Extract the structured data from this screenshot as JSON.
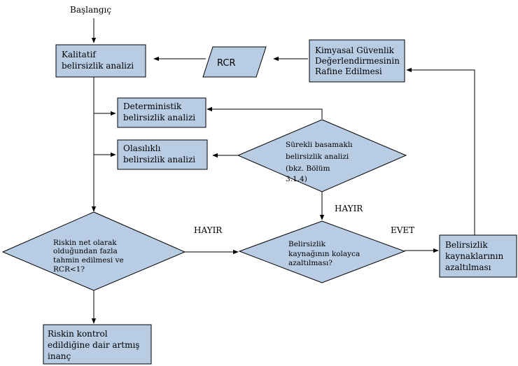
{
  "start_label": "Başlangıç",
  "nodes": {
    "qualitative": {
      "lines": [
        "Kalitatif",
        "belirsizlik analizi"
      ]
    },
    "rcr": {
      "label": "RCR"
    },
    "refine": {
      "lines": [
        "Kimyasal Güvenlik",
        "Değerlendirmesinin",
        "Rafine Edilmesi"
      ]
    },
    "deterministic": {
      "lines": [
        "Deterministik",
        "belirsizlik analizi"
      ]
    },
    "probabilistic": {
      "lines": [
        "Olasılıklı",
        "belirsizlik analizi"
      ]
    },
    "tiered": {
      "lines": [
        "Sürekli basamaklı",
        "belirsizlik analizi",
        "(bkz. Bölüm",
        "3.1.4)"
      ]
    },
    "risk_decision": {
      "lines": [
        "Riskin net olarak",
        "olduğundan fazla",
        "tahmin edilmesi ve",
        "RCR<1?"
      ]
    },
    "source_decision": {
      "lines": [
        "Belirsizlik",
        "kaynağının kolayca",
        "azaltılması?"
      ]
    },
    "reduce": {
      "lines": [
        "Belirsizlik",
        "kaynaklarının",
        "azaltılması"
      ]
    },
    "confidence": {
      "lines": [
        "Riskin kontrol",
        "edildiğine dair artmış",
        "inanç"
      ]
    }
  },
  "edge_labels": {
    "no_1": "HAYIR",
    "no_2": "HAYIR",
    "yes": "EVET"
  },
  "colors": {
    "node_fill": "#b8cce4",
    "stroke": "#000000"
  }
}
